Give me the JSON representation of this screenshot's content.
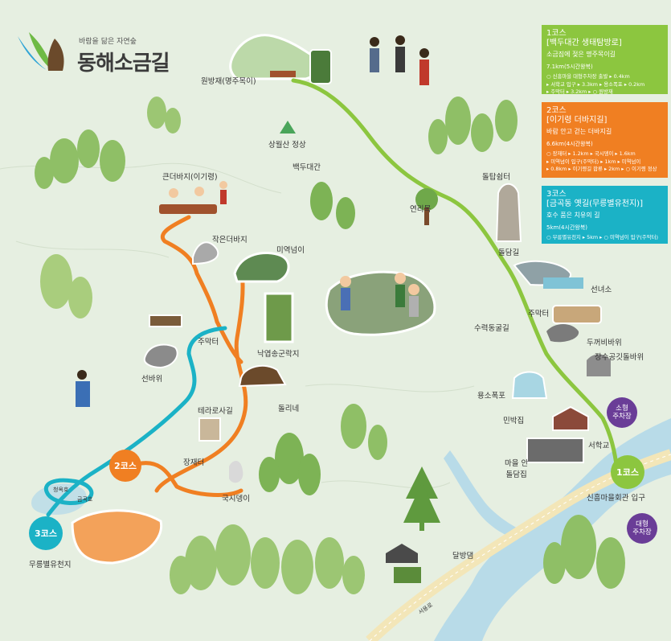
{
  "logo": {
    "tagline": "바람을 닮은 자연숲",
    "name": "동해소금길"
  },
  "colors": {
    "course1": "#8cc63f",
    "course2": "#f07f22",
    "course3": "#1bb2c6",
    "parking": "#6a3d97",
    "water": "#b8dbe8",
    "road": "#f3e6b8"
  },
  "panels": [
    {
      "id": "course1",
      "course": "1코스",
      "title": "[백두대간 생태탐방로]",
      "subtitle": "소금짐에 젖은 명주목이길",
      "distance": "7.1km(5시간왕복)",
      "stops": [
        "○ 신흥마을 대형주차장 출발 ▸ 0.4km",
        "▸ 서학교 입구 ▸ 3.3km ▸ 용소폭포 ▸ 0.2km",
        "▸ 주막터 ▸ 3.2km ▸ ○ 원방재"
      ]
    },
    {
      "id": "course2",
      "course": "2코스",
      "title": "[이기령 더바지길]",
      "subtitle": "바람 안고 걷는 더바지길",
      "distance": "6.6km(4시간왕복)",
      "stops": [
        "○ 장재터 ▸ 1.2km ▸ 국시뎅이 ▸ 1.6km",
        "▸ 미역넘이 입구(주막터) ▸ 1km ▸ 미역넘이",
        "▸ 0.8km ▸ 이기령길 합류 ▸ 2km ▸ ○ 이기령 정상"
      ]
    },
    {
      "id": "course3",
      "course": "3코스",
      "title": "[금곡동 옛길(무릉별유천지)]",
      "subtitle": "호수 품은 치유의 길",
      "distance": "5km(4시간왕복)",
      "stops": [
        "○ 무릉별유천지 ▸ 5km ▸ ○ 미역넘이 입구(주막터)"
      ]
    }
  ],
  "labels": {
    "wonbangjae": "원방재(명주목이)",
    "sangwolsan": "상월산 정상",
    "baekdudaegan": "백두대간",
    "keundeobaji": "큰더바지(이기령)",
    "jakeundeobaji": "작은더바지",
    "miyeoknomi": "미역넘이",
    "yeollimok": "연리목",
    "doltapsimteo": "돌탑쉼터",
    "doldamgil": "돌담길",
    "seonnyeoso": "선녀소",
    "jumakteo_left": "주막터",
    "jumakteo_right": "주막터",
    "suryeokdonggulgil": "수력동굴길",
    "dukkeobibawi": "두꺼비바위",
    "jangsugongitdolbawi": "장수공깃돌바위",
    "nakyeopsong": "낙엽송군락지",
    "seonbawi": "선바위",
    "dolline": "돌리네",
    "terraceroad": "테라로사길",
    "jangjaeteo": "장재터",
    "guksidengi": "국시뎅이",
    "yongsopokpo": "용소폭포",
    "minbakjip": "민박집",
    "maeulandoldamjip": "마을 안\n돌담집",
    "seohakgyo": "서학교",
    "sinheung": "신흥마을회관 입구",
    "mureung": "무릉별유천지",
    "cheongokho": "청옥호",
    "geumgokho": "금곡호",
    "dalbangdam": "달방댐",
    "seoyongno": "서용로"
  },
  "badges": {
    "course1": "1코스",
    "course2": "2코스",
    "course3": "3코스"
  },
  "parking": {
    "small": "소형\n주차장",
    "large": "대형\n주차장"
  }
}
